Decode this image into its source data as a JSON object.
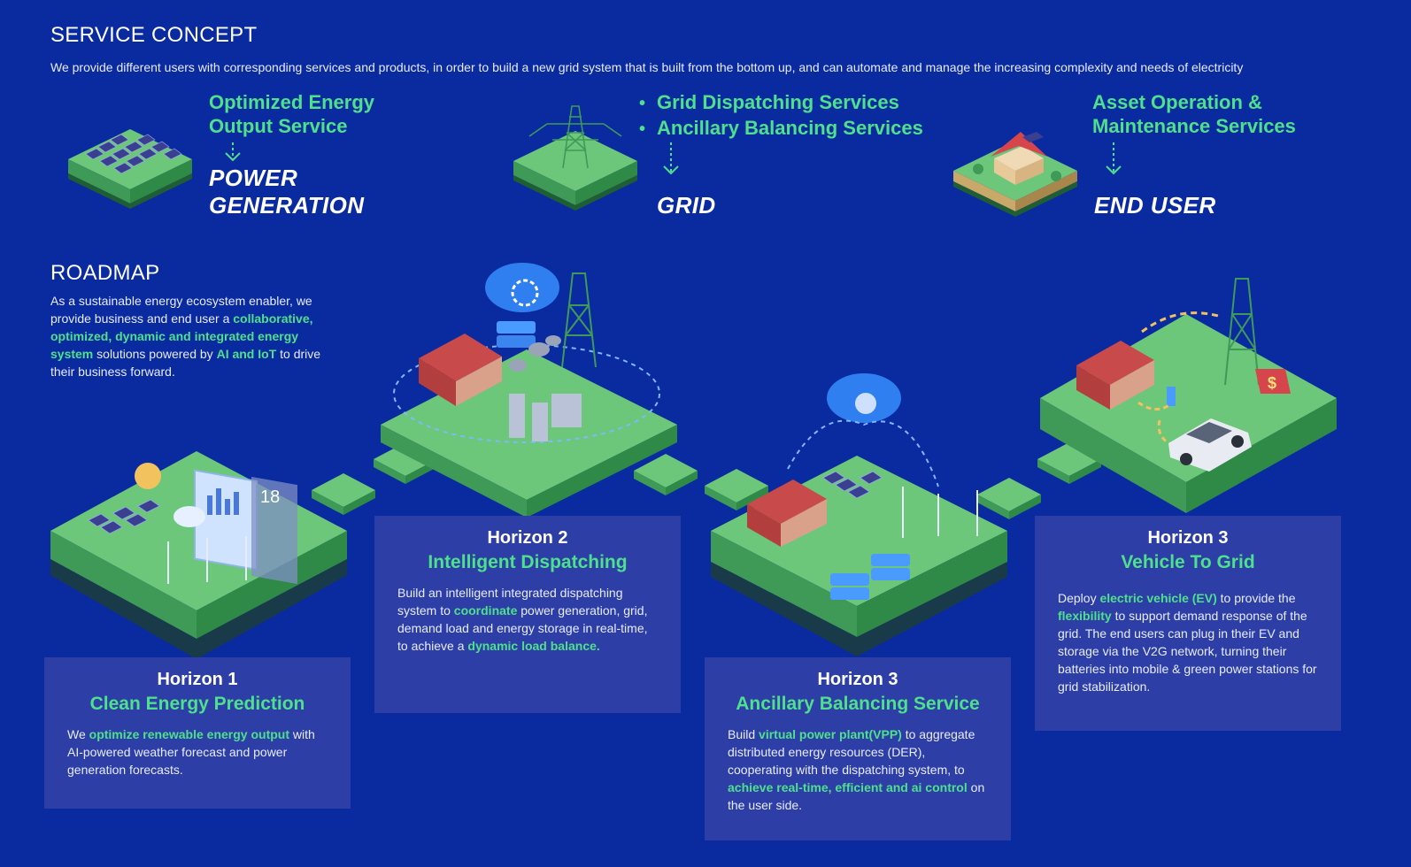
{
  "service": {
    "heading": "SERVICE CONCEPT",
    "intro": "We provide different users with corresponding services and products, in order to build a new grid system that is built from the bottom up, and can automate and manage the increasing complexity and needs of electricity",
    "columns": [
      {
        "title_lines": [
          "Optimized Energy",
          "Output Service"
        ],
        "target_lines": [
          "POWER",
          "GENERATION"
        ]
      },
      {
        "bullets": [
          "Grid Dispatching Services",
          "Ancillary Balancing Services"
        ],
        "target_lines": [
          "GRID"
        ]
      },
      {
        "title_lines": [
          "Asset Operation &",
          "Maintenance Services"
        ],
        "target_lines": [
          "END USER"
        ]
      }
    ]
  },
  "roadmap": {
    "heading": "ROADMAP",
    "text": [
      "As a sustainable energy ecosystem enabler, we provide business and end user a ",
      "collaborative, optimized, dynamic and integrated energy system",
      " solutions powered by ",
      "AI and IoT",
      " to drive their business forward."
    ]
  },
  "tiles": {
    "h1_screen_number": "18",
    "dollar_sign": "$"
  },
  "cards": [
    {
      "horizon": "Horizon 1",
      "title": "Clean Energy Prediction",
      "desc": [
        "We ",
        "optimize renewable energy output",
        " with AI-powered weather forecast   and power generation forecasts."
      ]
    },
    {
      "horizon": "Horizon 2",
      "title": "Intelligent Dispatching",
      "desc": [
        "Build an intelligent integrated dispatching system to ",
        "coordinate",
        " power generation, grid, demand load and energy storage in real-time, to achieve a ",
        "dynamic load balance."
      ]
    },
    {
      "horizon": "Horizon 3",
      "title": "Ancillary Balancing Service",
      "desc": [
        "Build ",
        "virtual power plant(VPP)",
        " to aggregate distributed energy resources (DER), cooperating with the dispatching system, to ",
        "achieve real-time, efficient and ai control",
        " on the user side."
      ]
    },
    {
      "horizon": "Horizon 3",
      "title": "Vehicle To Grid",
      "desc": [
        "Deploy ",
        "electric vehicle (EV)",
        " to provide the ",
        "flexibility",
        " to support demand response of the grid. The end users can plug in their EV and storage via the V2G network, turning their batteries into mobile & green power stations for grid stabilization."
      ]
    }
  ],
  "colors": {
    "background": "#0a2aa0",
    "accent_green": "#4ee08c",
    "card_bg": "#2d3fa6",
    "tile_top": "#6cc77a",
    "tile_side": "#2f8a47"
  }
}
